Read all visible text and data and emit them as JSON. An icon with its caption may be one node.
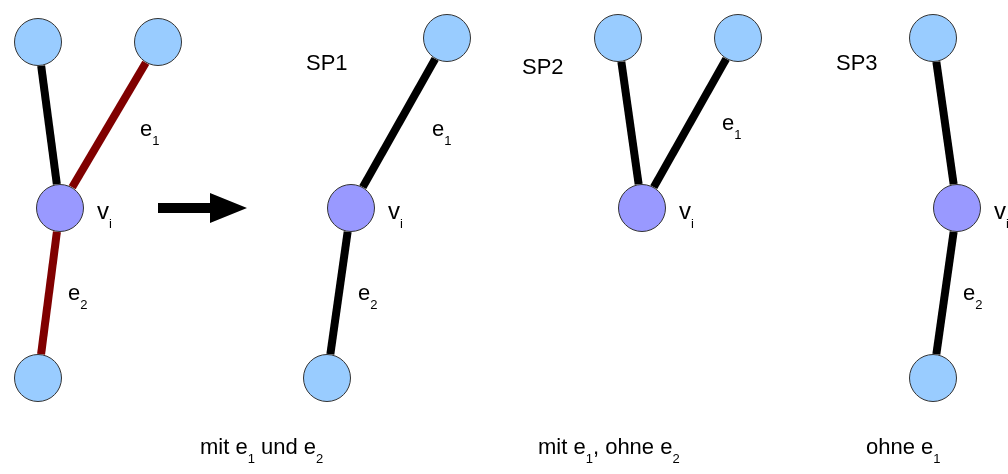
{
  "diagram": {
    "nodes": [
      {
        "text": [],
        "shape": "circle"
      },
      {
        "text": [],
        "shape": "circle"
      },
      {
        "text": [],
        "shape": "circle",
        "beside": [
          "v$_{i}$"
        ]
      },
      {
        "text": [],
        "shape": "circle"
      },
      {
        "text": [],
        "shape": "circle"
      },
      {
        "text": [],
        "shape": "circle",
        "beside": [
          "v$_{i}$"
        ]
      },
      {
        "text": [],
        "shape": "circle"
      },
      {
        "text": [],
        "shape": "circle"
      },
      {
        "text": [],
        "shape": "circle"
      },
      {
        "text": [],
        "shape": "circle",
        "beside": [
          "v$_{i}$"
        ]
      },
      {
        "text": [],
        "shape": "circle"
      },
      {
        "text": [],
        "shape": "circle",
        "beside": [
          "v$_{i}$"
        ]
      },
      {
        "text": [],
        "shape": "circle"
      }
    ],
    "edges": [
      {
        "from": 0,
        "to": 2,
        "arrow": "none"
      },
      {
        "from": 1,
        "to": 2,
        "arrow": "none",
        "label": "e$_{1}$",
        "color": "#800000"
      },
      {
        "from": 2,
        "to": 3,
        "arrow": "none",
        "label": "e$_{2}$",
        "color": "#800000"
      },
      {
        "from": 4,
        "to": 5,
        "arrow": "none",
        "label": "e$_{1}$"
      },
      {
        "from": 5,
        "to": 6,
        "arrow": "none",
        "label": "e$_{2}$"
      },
      {
        "from": 7,
        "to": 9,
        "arrow": "none"
      },
      {
        "from": 8,
        "to": 9,
        "arrow": "none",
        "label": "e$_{1}$"
      },
      {
        "from": 10,
        "to": 11,
        "arrow": "none"
      },
      {
        "from": 11,
        "to": 12,
        "arrow": "none",
        "label": "e$_{2}$"
      }
    ],
    "labels": [
      "SP1",
      "SP2",
      "SP3",
      "mit e$_{1}$ und e$_{2}$",
      "mit e$_{1}$, ohne e$_{2}$",
      "ohne e$_{1}$"
    ]
  }
}
